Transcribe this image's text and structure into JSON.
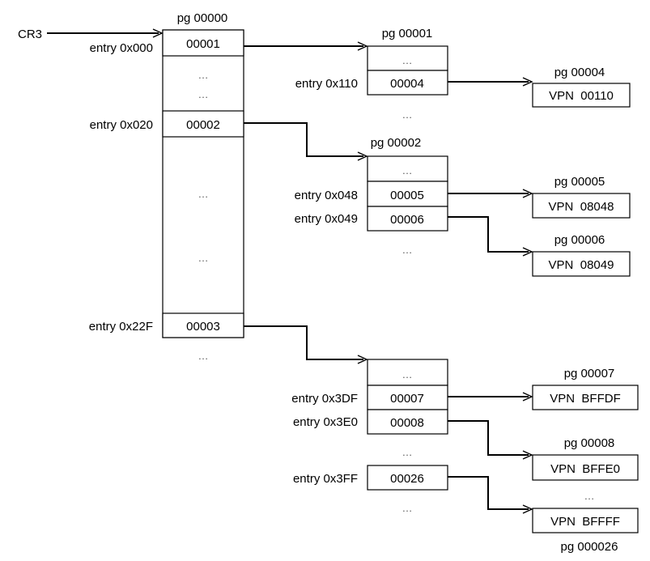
{
  "cr3": "CR3",
  "dots": "…",
  "root": {
    "title": "pg 00000",
    "entry_000": {
      "label": "entry 0x000",
      "value": "00001"
    },
    "entry_020": {
      "label": "entry 0x020",
      "value": "00002"
    },
    "entry_22f": {
      "label": "entry 0x22F",
      "value": "00003"
    }
  },
  "pt1": {
    "title": "pg 00001",
    "entry_110": {
      "label": "entry 0x110",
      "value": "00004"
    }
  },
  "pt2": {
    "title": "pg 00002",
    "entry_048": {
      "label": "entry 0x048",
      "value": "00005"
    },
    "entry_049": {
      "label": "entry 0x049",
      "value": "00006"
    }
  },
  "pt3": {
    "entry_3df": {
      "label": "entry 0x3DF",
      "value": "00007"
    },
    "entry_3e0": {
      "label": "entry 0x3E0",
      "value": "00008"
    },
    "entry_3ff": {
      "label": "entry 0x3FF",
      "value": "00026"
    }
  },
  "pages": {
    "p4": {
      "title": "pg 00004",
      "vpn": "VPN  00110"
    },
    "p5": {
      "title": "pg 00005",
      "vpn": "VPN  08048"
    },
    "p6": {
      "title": "pg 00006",
      "vpn": "VPN  08049"
    },
    "p7": {
      "title": "pg 00007",
      "vpn": "VPN  BFFDF"
    },
    "p8": {
      "title": "pg 00008",
      "vpn": "VPN  BFFE0"
    },
    "p26": {
      "title": "pg 000026",
      "vpn": "VPN  BFFFF"
    }
  }
}
